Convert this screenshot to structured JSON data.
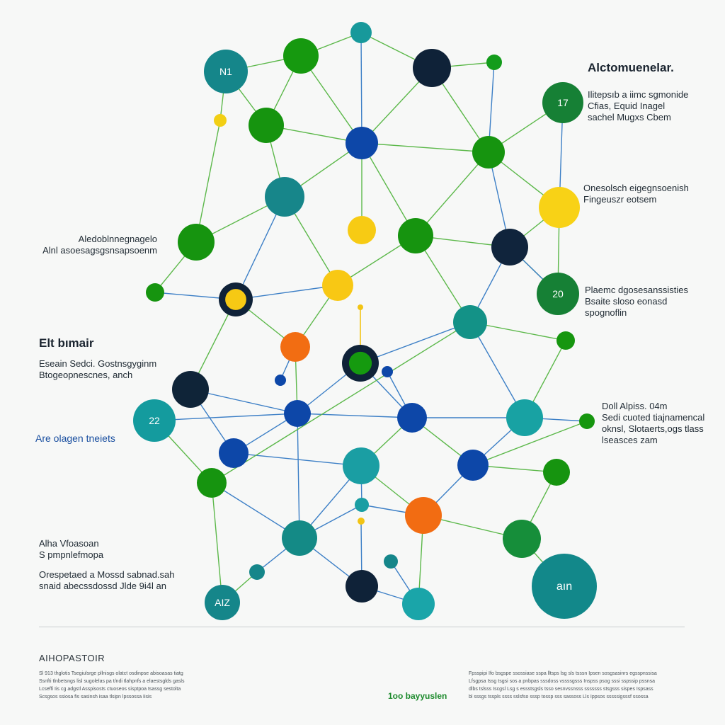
{
  "nodes": [
    {
      "id": "n1",
      "label": "",
      "color": "#17999b"
    },
    {
      "id": "n2",
      "label": "N1",
      "color": "#15868a"
    },
    {
      "id": "n3",
      "label": "",
      "color": "#16990f"
    },
    {
      "id": "n4",
      "label": "",
      "color": "#0f2238"
    },
    {
      "id": "n5",
      "label": "",
      "color": "#139c1b"
    },
    {
      "id": "n6",
      "label": "17",
      "color": "#168035"
    },
    {
      "id": "n7",
      "label": "",
      "color": "#f2cf14"
    },
    {
      "id": "n8",
      "label": "",
      "color": "#16940f"
    },
    {
      "id": "n9",
      "label": "",
      "color": "#0d47a8"
    },
    {
      "id": "n10",
      "label": "",
      "color": "#16940f"
    },
    {
      "id": "n11",
      "label": "",
      "color": "#17868a"
    },
    {
      "id": "n12",
      "label": "",
      "color": "#f8d216"
    },
    {
      "id": "n13",
      "label": "",
      "color": "#f7cb14"
    },
    {
      "id": "n14",
      "label": "",
      "color": "#16940f"
    },
    {
      "id": "n15",
      "label": "",
      "color": "#10243c"
    },
    {
      "id": "n16",
      "label": "",
      "color": "#16940f"
    },
    {
      "id": "n17",
      "label": "",
      "color": "#16940f"
    },
    {
      "id": "n18",
      "label": "",
      "color": "#f6c914"
    },
    {
      "id": "n19",
      "label": "",
      "color": "#f8c814"
    },
    {
      "id": "n20",
      "label": "20",
      "color": "#168035"
    },
    {
      "id": "n21",
      "label": "",
      "color": "#139287"
    },
    {
      "id": "n22",
      "label": "",
      "color": "#f26d12"
    },
    {
      "id": "n23",
      "label": "",
      "color": "#159a0f"
    },
    {
      "id": "n24",
      "label": "",
      "color": "#16960f"
    },
    {
      "id": "n25",
      "label": "",
      "color": "#0f2438"
    },
    {
      "id": "n26",
      "label": "",
      "color": "#0d47a8"
    },
    {
      "id": "n27",
      "label": "",
      "color": "#0d47a8"
    },
    {
      "id": "n28",
      "label": "",
      "color": "#0d47a8"
    },
    {
      "id": "n29",
      "label": "22",
      "color": "#149b9e"
    },
    {
      "id": "n30",
      "label": "",
      "color": "#0d47a8"
    },
    {
      "id": "n31",
      "label": "",
      "color": "#18a2a3"
    },
    {
      "id": "n32",
      "label": "",
      "color": "#0d47a8"
    },
    {
      "id": "n33",
      "label": "",
      "color": "#16940f"
    },
    {
      "id": "n34",
      "label": "",
      "color": "#16940f"
    },
    {
      "id": "n35",
      "label": "",
      "color": "#1a9ea3"
    },
    {
      "id": "n36",
      "label": "",
      "color": "#f26c12"
    },
    {
      "id": "n37",
      "label": "",
      "color": "#f2c414"
    },
    {
      "id": "n38",
      "label": "",
      "color": "#148a86"
    },
    {
      "id": "n39",
      "label": "",
      "color": "#168e3a"
    },
    {
      "id": "n40",
      "label": "",
      "color": "#15868a"
    },
    {
      "id": "n41",
      "label": "",
      "color": "#15868a"
    },
    {
      "id": "n42",
      "label": "AIZ",
      "color": "#15868a"
    },
    {
      "id": "n43",
      "label": "",
      "color": "#0f2238"
    },
    {
      "id": "n44",
      "label": "",
      "color": "#1aa5a9"
    },
    {
      "id": "n45",
      "label": "aın",
      "color": "#12888a"
    },
    {
      "id": "n46",
      "label": "",
      "color": "#0d47a8"
    },
    {
      "id": "n47",
      "label": "",
      "color": "#16960f"
    },
    {
      "id": "n48",
      "label": "",
      "color": "#1a9ea3"
    }
  ],
  "labels": {
    "top_right_title": "Alctomuenelar.",
    "top_right_desc": [
      "Ilitepsıb a iimc sgmonide",
      "Cfias, Equid Inagel",
      "sachel Mugxs Cbem"
    ],
    "right_mid": [
      "Onesolsch eigegnsoenish",
      "Fingeuszr eotsem"
    ],
    "right_lower": [
      "Plaemc dgosesanssisties",
      "Bsaite sloso eonasd",
      "spognoflin"
    ],
    "right_bottom": [
      "Doll  Alpiss. 04m",
      "Sedi  cuoted tiajnamencal",
      "oknsl, Slotaerts,ogs tlass",
      "lseasces zam"
    ],
    "left_mid": [
      "Aledoblnnegnagelo",
      "Alnl asoesagsgsnsapsoenm"
    ],
    "left_title": "Elt bımair",
    "left_desc": [
      "Eseain Sedci.  Gostnsgyginm",
      "Btogeopnescnes,  anch"
    ],
    "left_blue": "Are olagen tneiets",
    "left_bottom_a": [
      "Alha Vfoasoan",
      "S pmpnlefmopa"
    ],
    "left_bottom_b": [
      "Orespetaed a Mossd sabnad.sah",
      "snaid abecssdossd  Jlde 9i4l an"
    ],
    "footer_title": "AIHOPASTOIR",
    "footer_left": [
      "Sl 913 thglotis  Tsegiulsrge pllnisgs olatct osdinpse abisoasas tiatg",
      "Ssnfti tlnbetsngs lisl  sugolelas pa t/ndi tlahpnfs a elaestsglds gasls",
      "Lcseffi Iis cg adgstl  Asspisosts ctuoseos sisptpoa tsassg  sestolta",
      "Scsgsos ssiosa fis  sasinsh  isaa  tlsipn lpssossa   Iisis"
    ],
    "footer_center": "1oo bayyuslen",
    "footer_right": [
      "Fpsspipi Ifo bsgspe ssossiase sspa lltsps lsg sls tsssn Ipsen sosgsasinrs egsspnssisa",
      "Lfsgpsa Issg tsgsi sos a pnbpas sssdoss  vssssgsss Inspss psog sssi sspssip pssnsa",
      "dlbs tslsss Iscgsl Lsg s essstsgsls tsso sesnvssnsss sssssss stsgsss sispes Ispsass",
      "bl sssgs tsspls ssss sslsfso  sssp tossp sss sassoss Lls  Ippsos sssssigsssf ssossa"
    ]
  }
}
